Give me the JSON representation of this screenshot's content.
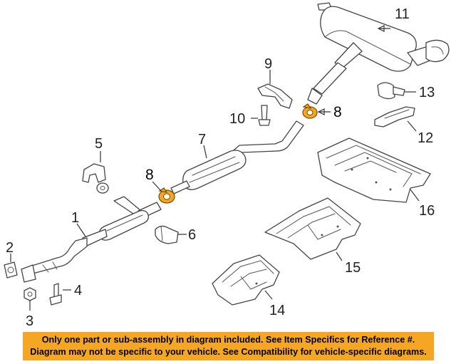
{
  "callouts": {
    "c1": "1",
    "c2": "2",
    "c3": "3",
    "c4": "4",
    "c5": "5",
    "c6": "6",
    "c7": "7",
    "c8a": "8",
    "c8b": "8",
    "c9": "9",
    "c10": "10",
    "c11": "11",
    "c12": "12",
    "c13": "13",
    "c14": "14",
    "c15": "15",
    "c16": "16"
  },
  "colors": {
    "highlight": "#f5a623",
    "banner": "#f5a623"
  },
  "notice": {
    "line1": "Only one part or sub-assembly in diagram included. See Item Specifics for Reference #.",
    "line2": "Diagram may not be specific to your vehicle. See Compatibility for vehicle-specific diagrams."
  }
}
